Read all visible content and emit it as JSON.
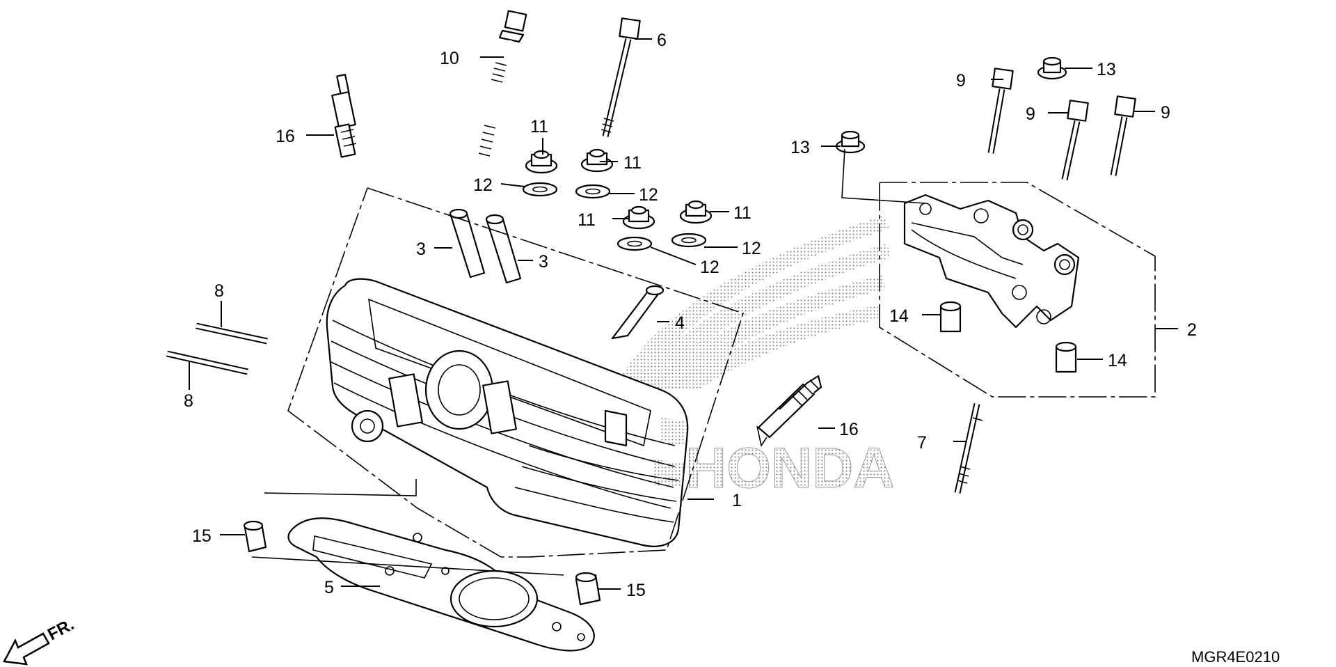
{
  "diagram": {
    "diagram_code": "MGR4E0210",
    "direction_label": "FR.",
    "brand_watermark": "HONDA",
    "callouts": {
      "c1": "1",
      "c2": "2",
      "c3a": "3",
      "c3b": "3",
      "c4": "4",
      "c5": "5",
      "c6": "6",
      "c7": "7",
      "c8a": "8",
      "c8b": "8",
      "c9a": "9",
      "c9b": "9",
      "c9c": "9",
      "c10": "10",
      "c11a": "11",
      "c11b": "11",
      "c11c": "11",
      "c11d": "11",
      "c12a": "12",
      "c12b": "12",
      "c12c": "12",
      "c12d": "12",
      "c13a": "13",
      "c13b": "13",
      "c14a": "14",
      "c14b": "14",
      "c15a": "15",
      "c15b": "15",
      "c16a": "16",
      "c16b": "16"
    }
  }
}
